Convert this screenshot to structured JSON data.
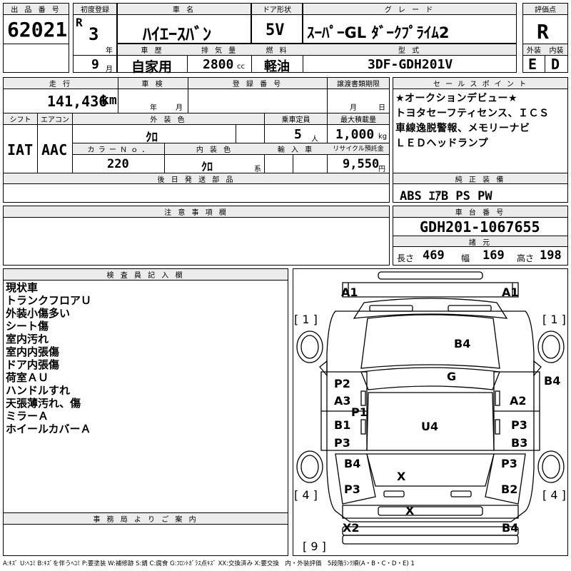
{
  "labels": {
    "lot_no": "出 品 番 号",
    "first_reg": "初度登録",
    "car_name": "車 名",
    "door_type": "ドア形状",
    "grade": "グ レ ー ド",
    "score": "評価点",
    "year_unit": "年",
    "month_unit": "月",
    "history": "車 歴",
    "displacement": "排 気 量",
    "fuel": "燃 料",
    "model_code": "型 式",
    "exterior": "外装",
    "interior": "内装",
    "mileage": "走 行",
    "inspection": "車 検",
    "reg_no": "登 録 番 号",
    "transfer_deadline": "譲渡書類期限",
    "sales_point": "セ ー ル ス ポ イ ン ト",
    "shift": "シフト",
    "aircon": "エアコン",
    "ext_color": "外 装 色",
    "capacity": "乗車定員",
    "max_load": "最大積載量",
    "color_no": "カ ラ ー Ｎ ｏ ．",
    "int_color": "内 装 色",
    "import": "輸 入 車",
    "recycle": "リサイクル預託金",
    "later_parts": "後 日 発 送 部 品",
    "genuine": "純 正 装 備",
    "caution": "注 意 事 項 欄",
    "chassis_no": "車 台 番 号",
    "dimensions": "諸 元",
    "inspector": "検 査 員 記 入 欄",
    "office": "事 務 局 よ り ご 案 内"
  },
  "vehicle": {
    "lot_no": "62021",
    "era": "R",
    "year": "3",
    "month": "9",
    "car_name": "ﾊｲｴｰｽﾊﾞﾝ",
    "door_type": "5V",
    "grade": "ｽｰﾊﾟｰGL ﾀﾞｰｸﾌﾟﾗｲﾑ2",
    "score": "R",
    "history": "自家用",
    "displacement": "2800",
    "displacement_unit": "cc",
    "fuel": "軽油",
    "model_code": "3DF-GDH201V",
    "exterior_grade": "E",
    "interior_grade": "D",
    "mileage": "141,436",
    "mileage_unit": "km",
    "inspection_year_unit": "年",
    "inspection_month_unit": "月",
    "transfer_month_unit": "月",
    "transfer_day_unit": "日",
    "shift": "IAT",
    "aircon": "AAC",
    "ext_color": "ｸﾛ",
    "capacity": "5",
    "capacity_unit": "人",
    "max_load": "1,000",
    "max_load_unit": "kg",
    "color_no": "220",
    "int_color": "ｸﾛ",
    "int_color_unit": "系",
    "recycle": "9,550",
    "recycle_unit": "円",
    "genuine": "ABS ｴｱB PS PW",
    "chassis_no": "GDH201-1067655",
    "length_label": "長さ",
    "length": "469",
    "width_label": "幅",
    "width": "169",
    "height_label": "高さ",
    "height": "198"
  },
  "sales_points": [
    "★オークションデビュー★",
    "トヨタセーフティセンス、ＩＣＳ",
    "車線逸脱警報、メモリーナビ",
    "ＬＥＤヘッドランプ"
  ],
  "inspector_notes": [
    "現状車",
    "トランクフロアＵ",
    "外装小傷多い",
    "シート傷",
    "室内汚れ",
    "室内内張傷",
    "ドア内張傷",
    "荷室ＡＵ",
    "ハンドルすれ",
    "天張薄汚れ、傷",
    "ミラーＡ",
    "ホイールカバーＡ"
  ],
  "damage_marks": {
    "a1_left": "A1",
    "a1_right": "A1",
    "b4_hood": "B4",
    "b4_right_fender": "B4",
    "g_glass": "G",
    "p2_left": "P2",
    "a3_left": "A3",
    "p1_left": "P1",
    "b1_left": "B1",
    "p3_left": "P3",
    "u4_roof": "U4",
    "a2_right": "A2",
    "p3_right": "P3",
    "b3_right": "B3",
    "b4_left_rear": "B4",
    "p3_right_rear": "P3",
    "x_rear_glass": "X",
    "p3_left_rear": "P3",
    "b2_right_rear": "B2",
    "x_rear": "X",
    "x2_bumper": "X2",
    "b4_bumper": "B4",
    "tire_fl": "[ 1 ]",
    "tire_fr": "[ 1 ]",
    "tire_rl": "[ 4 ]",
    "tire_rr": "[ 4 ]",
    "spare": "[ 9 ]"
  },
  "legend": "A:ｷｽﾞ U:ﾍｺﾐ B:ｷｽﾞを伴うﾍｺﾐ P:要塗装 W:補修跡 S:錆 C:腐食 G:ﾌﾛﾝﾄｶﾞﾗｽ点ｷｽﾞ XX:交換済み X:要交換　内・外装評価　5段階ﾗﾝｸ順(A・B・C・D・E) 1"
}
